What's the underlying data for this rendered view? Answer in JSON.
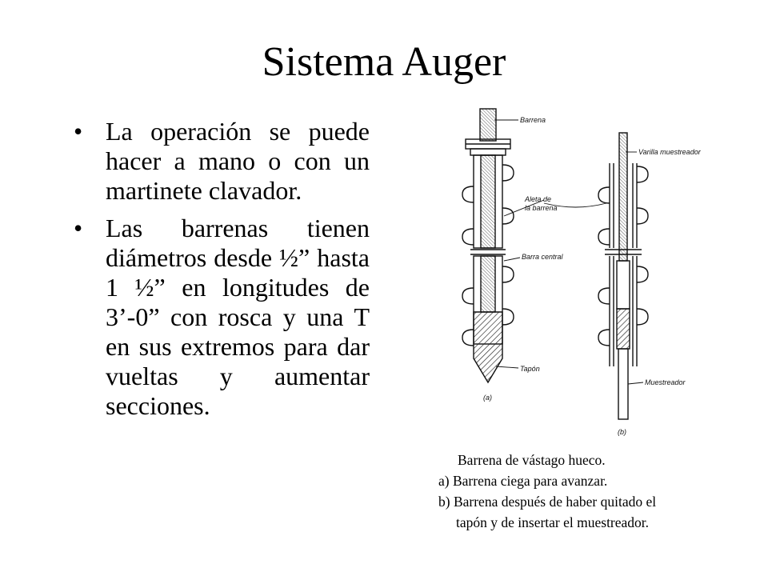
{
  "slide": {
    "title": "Sistema Auger",
    "bullets": [
      "La operación se puede hacer a mano o con un martinete clavador.",
      "Las barrenas tienen diámetros desde ½” hasta 1 ½” en longitudes de 3’-0” con rosca y una T en sus extremos para dar vueltas y aumentar secciones."
    ],
    "bullet_glyph": "•"
  },
  "figure": {
    "labels": {
      "barrena": "Barrena",
      "aleta_1": "Aleta de",
      "aleta_2": "la barrena",
      "barra_central": "Barra central",
      "tapon": "Tapón",
      "varilla": "Varilla muestreador",
      "muestreador": "Muestreador",
      "a": "(a)",
      "b": "(b)"
    },
    "caption": [
      "Barrena de vástago hueco.",
      "a) Barrena ciega para avanzar.",
      "b) Barrena después de haber quitado el",
      "tapón y de insertar el muestreador."
    ]
  }
}
